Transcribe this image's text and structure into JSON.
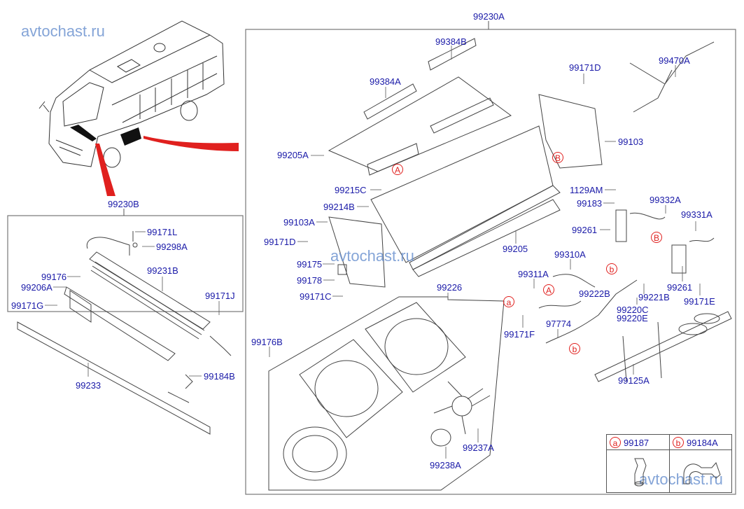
{
  "watermark": "avtochast.ru",
  "assemblies": {
    "main": "99230A",
    "auxiliary": "99230B"
  },
  "auxiliary_panel_labels": [
    {
      "id": "99171L"
    },
    {
      "id": "99298A"
    },
    {
      "id": "99231B"
    },
    {
      "id": "99176"
    },
    {
      "id": "99206A"
    },
    {
      "id": "99171G"
    },
    {
      "id": "99171J"
    },
    {
      "id": "99233"
    },
    {
      "id": "99184B"
    }
  ],
  "main_panel_labels": [
    {
      "id": "99384B"
    },
    {
      "id": "99384A"
    },
    {
      "id": "99205A"
    },
    {
      "id": "99171D"
    },
    {
      "id": "99470A"
    },
    {
      "id": "99103"
    },
    {
      "id": "99215C"
    },
    {
      "id": "99214B"
    },
    {
      "id": "99103A"
    },
    {
      "id": "99171D"
    },
    {
      "id": "99175"
    },
    {
      "id": "99178"
    },
    {
      "id": "99171C"
    },
    {
      "id": "99205"
    },
    {
      "id": "99226"
    },
    {
      "id": "1129AM"
    },
    {
      "id": "99183"
    },
    {
      "id": "99332A"
    },
    {
      "id": "99261"
    },
    {
      "id": "99331A"
    },
    {
      "id": "99310A"
    },
    {
      "id": "99311A"
    },
    {
      "id": "99222B"
    },
    {
      "id": "99221B"
    },
    {
      "id": "99261"
    },
    {
      "id": "99171E"
    },
    {
      "id": "99220C"
    },
    {
      "id": "99220E"
    },
    {
      "id": "99171F"
    },
    {
      "id": "97774"
    },
    {
      "id": "99125A"
    },
    {
      "id": "99176B"
    },
    {
      "id": "99237A"
    },
    {
      "id": "99238A"
    }
  ],
  "reference_markers": {
    "A": "A",
    "B": "B",
    "a": "a",
    "b": "b"
  },
  "legend": [
    {
      "marker": "a",
      "part": "99187"
    },
    {
      "marker": "b",
      "part": "99184A"
    }
  ],
  "colors": {
    "label": "#1a1aa8",
    "marker": "#e0201e",
    "pointer": "#e0201e",
    "watermark": "#6f95d1",
    "line": "#444444"
  }
}
